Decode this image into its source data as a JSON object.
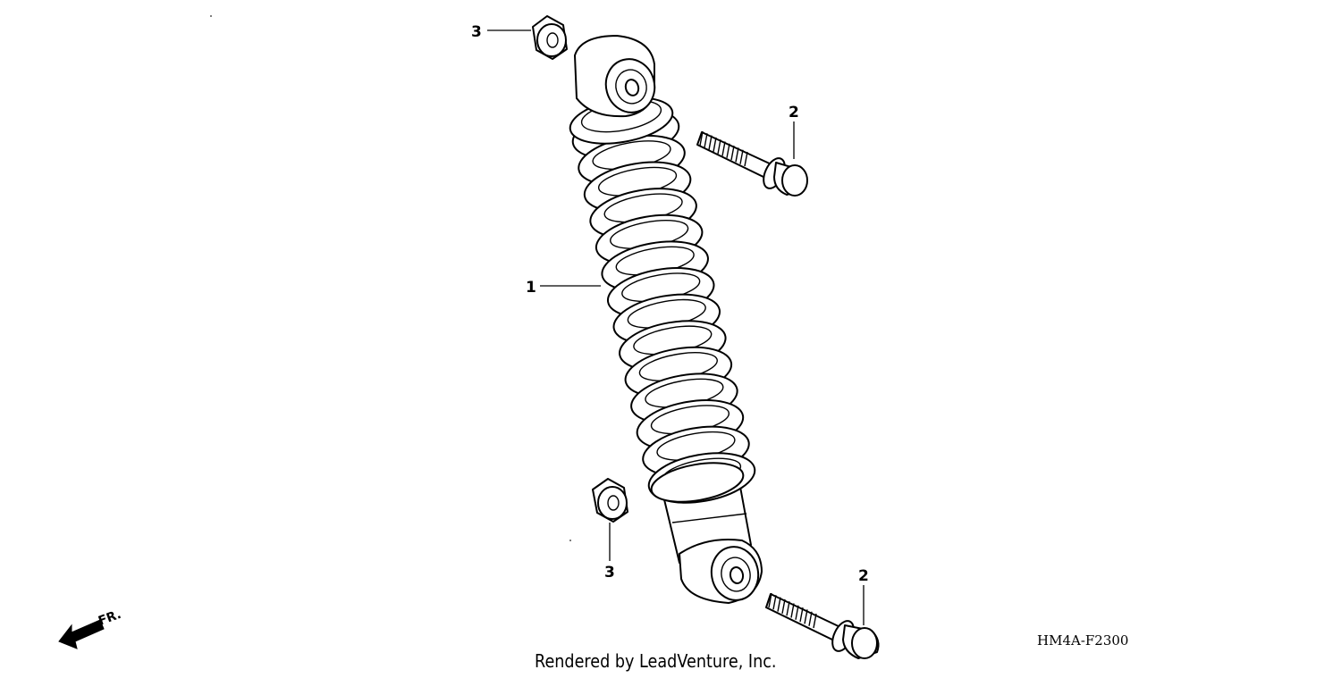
{
  "diagram": {
    "parts": [
      {
        "callout": "1",
        "icon": "shock-absorber-icon"
      },
      {
        "callout": "2",
        "icon": "flange-bolt-icon"
      },
      {
        "callout": "3",
        "icon": "flange-nut-icon"
      }
    ],
    "callouts": {
      "shock": "1",
      "bolt_upper": "2",
      "bolt_lower": "2",
      "nut_upper": "3",
      "nut_lower": "3"
    },
    "direction_label": "FR.",
    "diagram_code": "HM4A-F2300",
    "render_credit": "Rendered by LeadVenture, Inc."
  }
}
